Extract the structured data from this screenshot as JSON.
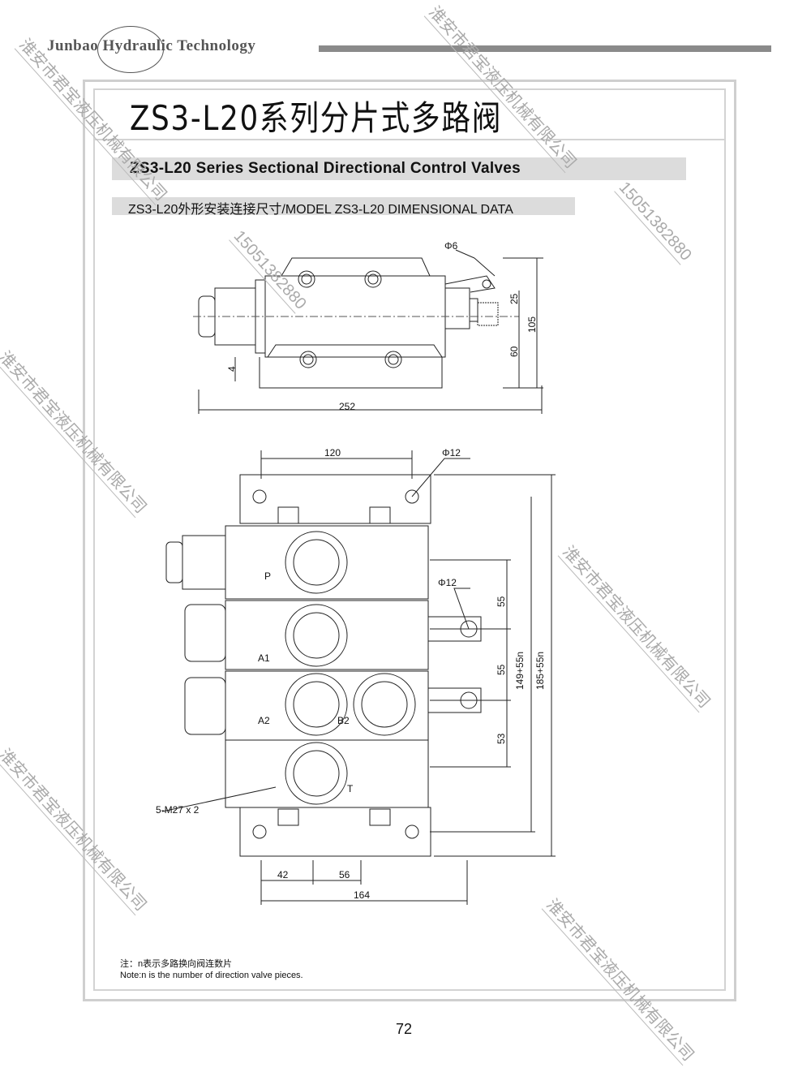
{
  "header": {
    "brand": "Junbao Hydraulic Technology"
  },
  "title": "ZS3-L20系列分片式多路阀",
  "subtitle_en": "ZS3-L20 Series Sectional Directional Control Valves",
  "section_label": "ZS3-L20外形安装连接尺寸/MODEL ZS3-L20 DIMENSIONAL DATA",
  "side_view": {
    "dims": {
      "phi6": "Φ6",
      "d25": "25",
      "d105": "105",
      "d60": "60",
      "d4": "4",
      "d252": "252"
    }
  },
  "front_view": {
    "dims": {
      "d120": "120",
      "phi12_top": "Φ12",
      "phi12_right": "Φ12",
      "d55a": "55",
      "d55b": "55",
      "d53": "53",
      "d149": "149+55n",
      "d185": "185+55n",
      "d42": "42",
      "d56": "56",
      "d164": "164",
      "thread": "5-M27 x 2"
    },
    "ports": {
      "p": "P",
      "a1": "A1",
      "a2": "A2",
      "b2": "B2",
      "t": "T"
    }
  },
  "note": {
    "zh": "注：n表示多路换向阀连数片",
    "en": "Note:n is the number of direction valve pieces."
  },
  "page_number": "72",
  "watermark": {
    "company": "淮安市君宝液压机械有限公司",
    "phone": "15051382880"
  }
}
